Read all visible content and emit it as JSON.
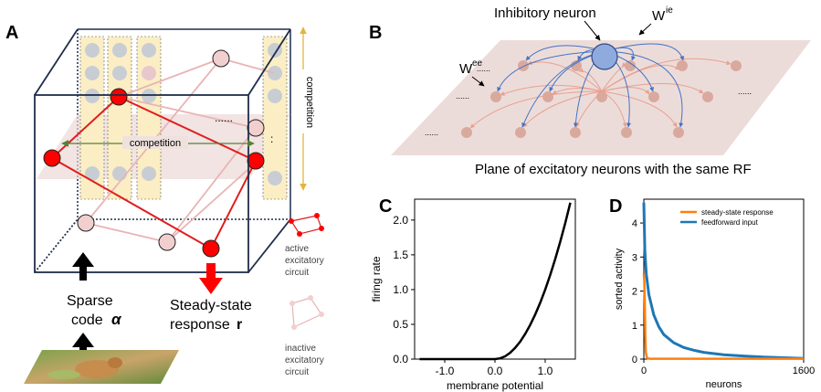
{
  "panels": {
    "a": {
      "label": "A",
      "competition_h": "competition",
      "competition_v": "competition",
      "dots_1": "......",
      "dots_2": ":",
      "input_label_line1": "Sparse",
      "input_label_line2": "code",
      "input_symbol": "α",
      "output_label_line1": "Steady-state",
      "output_label_line2": "response",
      "output_symbol": "r",
      "legend_active": [
        "active",
        "excitatory",
        "circuit"
      ],
      "legend_inactive": [
        "inactive",
        "excitatory",
        "circuit"
      ]
    },
    "b": {
      "label": "B",
      "inhibitory_label": "Inhibitory neuron",
      "w_ie": "W",
      "w_ie_sup": "ie",
      "w_ee": "W",
      "w_ee_sup": "ee",
      "dots": "......",
      "plane_caption": "Plane of excitatory neurons with the same RF"
    },
    "c": {
      "label": "C",
      "colors": {
        "curve": "#000000"
      }
    },
    "d": {
      "label": "D",
      "colors": {
        "steady": "#ff7f0e",
        "feedforward": "#1f77b4"
      }
    }
  },
  "chart_data": [
    {
      "type": "line",
      "title": "",
      "xlabel": "membrane potential",
      "ylabel": "firing rate",
      "xlim": [
        -1.6,
        1.6
      ],
      "ylim": [
        0,
        2.3
      ],
      "xticks": [
        "-1.0",
        "0.0",
        "1.0"
      ],
      "yticks": [
        "0.0",
        "0.5",
        "1.0",
        "1.5",
        "2.0"
      ],
      "series": [
        {
          "x": [
            -1.5,
            -1.0,
            -0.5,
            0.0,
            0.1,
            0.2,
            0.3,
            0.4,
            0.5,
            0.6,
            0.7,
            0.8,
            0.9,
            1.0,
            1.1,
            1.2,
            1.3,
            1.4,
            1.5
          ],
          "values": [
            0,
            0,
            0,
            0,
            0.01,
            0.04,
            0.09,
            0.16,
            0.25,
            0.36,
            0.49,
            0.64,
            0.81,
            1.0,
            1.21,
            1.44,
            1.69,
            1.96,
            2.25
          ]
        }
      ]
    },
    {
      "type": "line",
      "title": "",
      "xlabel": "neurons",
      "ylabel": "sorted activity",
      "xlim": [
        0,
        1600
      ],
      "ylim": [
        0,
        4.7
      ],
      "xticks": [
        "0",
        "1600"
      ],
      "yticks": [
        "0",
        "1",
        "2",
        "3",
        "4"
      ],
      "legend": "top-right",
      "series": [
        {
          "name": "steady-state response",
          "x": [
            0,
            5,
            10,
            15,
            20,
            30,
            40,
            60,
            100,
            1600
          ],
          "values": [
            2.5,
            2.3,
            1.6,
            0.7,
            0.2,
            0.05,
            0.02,
            0.01,
            0.01,
            0.01
          ]
        },
        {
          "name": "feedforward input",
          "x": [
            0,
            10,
            25,
            50,
            100,
            150,
            200,
            300,
            400,
            500,
            600,
            800,
            1000,
            1200,
            1400,
            1600
          ],
          "values": [
            4.6,
            3.2,
            2.5,
            1.9,
            1.3,
            0.95,
            0.72,
            0.48,
            0.34,
            0.26,
            0.2,
            0.13,
            0.09,
            0.06,
            0.04,
            0.02
          ]
        }
      ]
    }
  ]
}
